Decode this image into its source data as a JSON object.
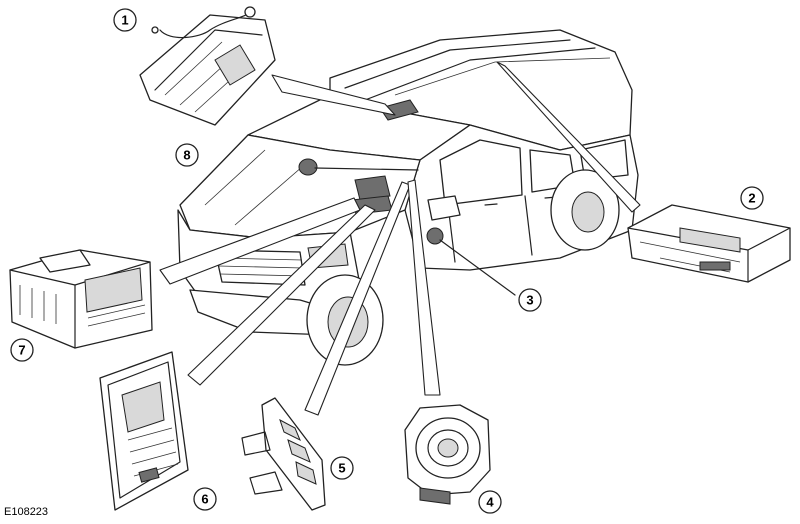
{
  "figure_ref": "E108223",
  "callouts": [
    {
      "id": "1",
      "label": "1"
    },
    {
      "id": "2",
      "label": "2"
    },
    {
      "id": "3",
      "label": "3"
    },
    {
      "id": "4",
      "label": "4"
    },
    {
      "id": "5",
      "label": "5"
    },
    {
      "id": "6",
      "label": "6"
    },
    {
      "id": "7",
      "label": "7"
    },
    {
      "id": "8",
      "label": "8"
    }
  ]
}
